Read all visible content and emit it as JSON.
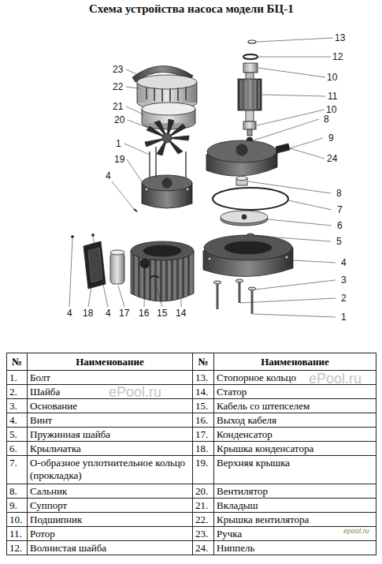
{
  "diagram": {
    "title": "Схема устройства насоса модели БЦ-1",
    "labels": [
      "13",
      "12",
      "23",
      "10",
      "22",
      "11",
      "10",
      "21",
      "8",
      "20",
      "9",
      "1",
      "24",
      "19",
      "4",
      "8",
      "7",
      "6",
      "5",
      "4",
      "3",
      "2",
      "1",
      "4",
      "18",
      "4",
      "17",
      "16",
      "15",
      "14",
      "№",
      "Наименование",
      "№",
      "Наименование",
      "1.",
      "Болт",
      "13.",
      "Стопорное кольцо",
      "2.",
      "Шайба",
      "14.",
      "Статор",
      "3.",
      "Основание",
      "15.",
      "Кабель со штепселем",
      "4.",
      "Винт",
      "16.",
      "Выход кабеля",
      "5.",
      "Пружинная шайба",
      "17.",
      "Конденсатор",
      "6.",
      "Крыльчатка",
      "18.",
      "Крышка конденсатора",
      "7.",
      "О-образное уплотнительное кольцо (прокладка)",
      "19.",
      "Верхняя крышка",
      "8.",
      "Сальник",
      "20.",
      "Вентилятор",
      "9.",
      "Суппорт",
      "21.",
      "Вкладыш",
      "10.",
      "Подшипник",
      "22.",
      "Крышка вентилятора",
      "11.",
      "Ротор",
      "23.",
      "Ручка",
      "12.",
      "Волнистая шайба",
      "24.",
      "Ниппель",
      "ePool.ru",
      "ePool.ru",
      "epool.ru"
    ]
  }
}
